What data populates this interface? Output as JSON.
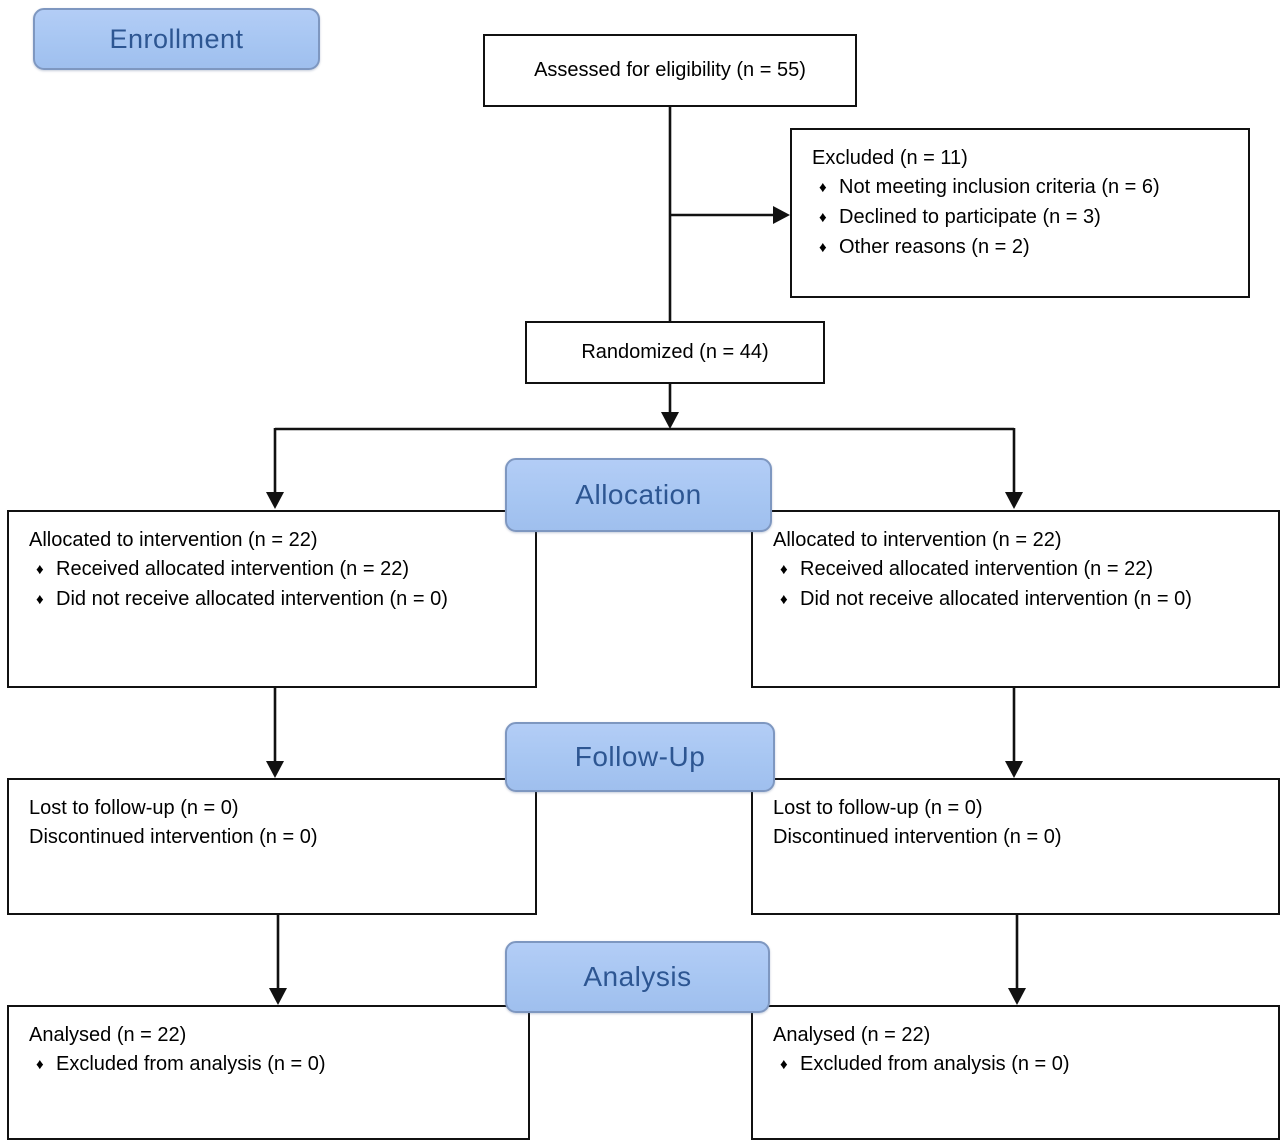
{
  "diagram": {
    "stage_labels": {
      "enrollment": "Enrollment",
      "allocation": "Allocation",
      "followup": "Follow-Up",
      "analysis": "Analysis"
    },
    "bullet": "♦",
    "assessed": {
      "text": "Assessed for eligibility (n = 55)"
    },
    "excluded": {
      "title": "Excluded (n = 11)",
      "items": [
        "Not meeting inclusion criteria (n = 6)",
        "Declined to participate (n = 3)",
        "Other reasons (n = 2)"
      ]
    },
    "randomized": {
      "text": "Randomized (n = 44)"
    },
    "allocation_left": {
      "title": "Allocated to intervention (n = 22)",
      "items": [
        "Received allocated intervention (n = 22)",
        "Did not receive allocated intervention (n = 0)"
      ]
    },
    "allocation_right": {
      "title": "Allocated to intervention (n = 22)",
      "items": [
        "Received allocated intervention (n = 22)",
        "Did not receive allocated intervention (n = 0)"
      ]
    },
    "followup_left": {
      "lines": [
        "Lost to follow-up (n = 0)",
        "Discontinued intervention (n = 0)"
      ]
    },
    "followup_right": {
      "lines": [
        "Lost to follow-up (n = 0)",
        "Discontinued intervention (n = 0)"
      ]
    },
    "analysis_left": {
      "title": "Analysed (n = 22)",
      "items": [
        "Excluded from analysis (n = 0)"
      ]
    },
    "analysis_right": {
      "title": "Analysed (n = 22)",
      "items": [
        "Excluded from analysis (n = 0)"
      ]
    }
  },
  "colors": {
    "stage_fill": "#a7c6f2",
    "stage_border": "#7e97c0",
    "stage_text": "#2d5692",
    "box_border": "#111111",
    "box_fill": "#ffffff",
    "line": "#111111",
    "text": "#000000"
  }
}
